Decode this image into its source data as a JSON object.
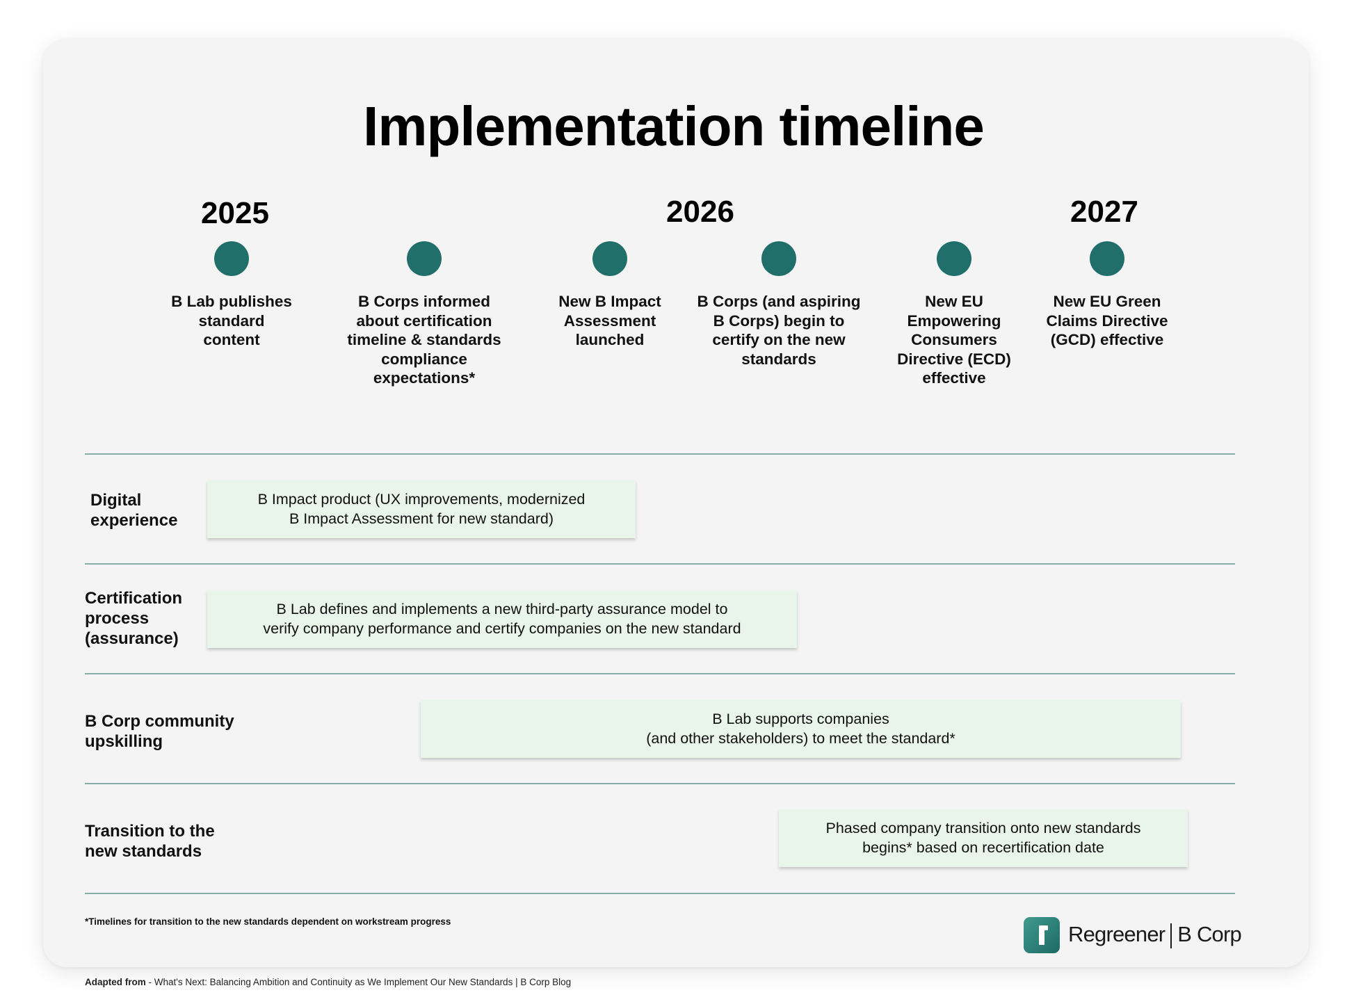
{
  "title": "Implementation timeline",
  "years": [
    "2025",
    "2026",
    "2027"
  ],
  "milestones": [
    "B Lab publishes\nstandard\ncontent",
    "B Corps informed\nabout certification\ntimeline & standards\ncompliance\nexpectations*",
    "New B Impact\nAssessment\nlaunched",
    "B Corps (and aspiring\nB Corps) begin to\ncertify on the new\nstandards",
    "New EU\nEmpowering\nConsumers\nDirective (ECD)\neffective",
    "New EU Green\nClaims Directive\n(GCD) effective"
  ],
  "workstreams": [
    {
      "label": "Digital\nexperience",
      "bar_text": "B Impact product (UX improvements, modernized\nB Impact Assessment for new standard)"
    },
    {
      "label": "Certification\nprocess\n(assurance)",
      "bar_text": "B Lab defines and implements a new third-party assurance model to\nverify company performance and certify companies on the new standard"
    },
    {
      "label": "B Corp community\nupskilling",
      "bar_text": "B Lab supports companies\n(and other stakeholders) to meet the standard*"
    },
    {
      "label": "Transition to the\nnew standards",
      "bar_text": "Phased company transition onto new standards\nbegins* based on recertification date"
    }
  ],
  "footnote": "*Timelines for transition to the new standards dependent on workstream progress",
  "logo": {
    "brand": "Regreener",
    "partner": "B Corp",
    "icon": "regreener-logo-icon"
  },
  "source": {
    "prefix": "Adapted from",
    "text": " - What's Next: Balancing Ambition and Continuity as We Implement Our New Standards | B Corp Blog"
  },
  "colors": {
    "dot": "#216f6a",
    "rule": "#86ada3",
    "bar_fill": "#e9f4ea",
    "card": "#f4f4f4"
  }
}
